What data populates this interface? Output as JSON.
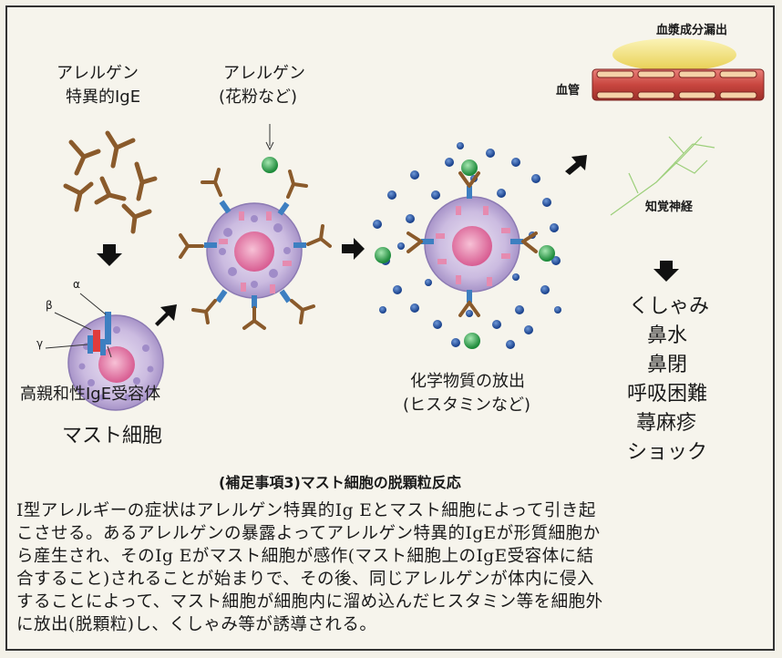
{
  "labels": {
    "allergen_specific_ige": [
      "アレルゲン",
      "特異的IgE"
    ],
    "allergen_pollen": [
      "アレルゲン",
      "(花粉など)"
    ],
    "alpha": "α",
    "beta": "β",
    "gamma": "γ",
    "high_affinity_receptor": "高親和性IgE受容体",
    "mast_cell": "マスト細胞",
    "chemical_release": [
      "化学物質の放出",
      "(ヒスタミンなど)"
    ],
    "plasma_leak": "血漿成分漏出",
    "blood_vessel": "血管",
    "sensory_nerve": "知覚神経",
    "symptoms": [
      "くしゃみ",
      "鼻水",
      "鼻閉",
      "呼吸困難",
      "蕁麻疹",
      "ショック"
    ]
  },
  "caption": "(補足事項3)マスト細胞の脱顆粒反応",
  "body_lines": [
    "I型アレルギーの症状はアレルゲン特異的Ig Eとマスト細胞によって引き起",
    "こさせる。あるアレルゲンの暴露よってアレルゲン特異的IgEが形質細胞か",
    "ら産生され、そのIg Eがマスト細胞が感作(マスト細胞上のIgE受容体に結",
    "合すること)されることが始まりで、その後、同じアレルゲンが体内に侵入",
    "することによって、マスト細胞が細胞内に溜め込んだヒスタミン等を細胞外",
    "に放出(脱顆粒)し、くしゃみ等が誘導される。"
  ],
  "colors": {
    "cell_fill": "#c9b9dd",
    "nucleus": "#e27fa8",
    "antibody": "#8a5a2b",
    "receptor": "#3d7fc1",
    "allergen": "#2ea24a",
    "histamine": "#1e4fa0",
    "vessel": "#c8463f",
    "plasma": "#f0e27a"
  }
}
